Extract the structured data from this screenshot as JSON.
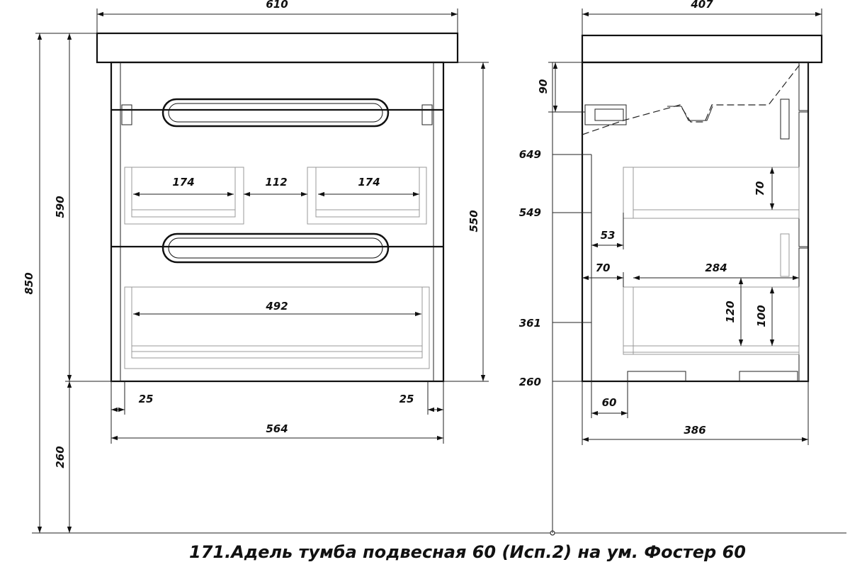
{
  "title": "171.Адель тумба подвесная 60 (Исп.2) на ум. Фостер 60",
  "front_view": {
    "overall_width": "610",
    "body_width": "564",
    "total_height": "850",
    "upper_height": "590",
    "body_height": "550",
    "mount_height": "260",
    "side_offset_left": "25",
    "side_offset_right": "25",
    "upper_drawer_left_width": "174",
    "upper_drawer_gap": "112",
    "upper_drawer_right_width": "174",
    "lower_drawer_width": "492"
  },
  "side_view": {
    "overall_depth": "407",
    "body_depth": "386",
    "top_height": "90",
    "level_649": "649",
    "level_549": "549",
    "level_361": "361",
    "level_260": "260",
    "drawer_inset": "53",
    "upper_drawer_height": "70",
    "rear_gap": "70",
    "drawer_depth": "284",
    "lower_drawer_height_a": "120",
    "lower_drawer_height_b": "100",
    "foot_offset": "60"
  }
}
